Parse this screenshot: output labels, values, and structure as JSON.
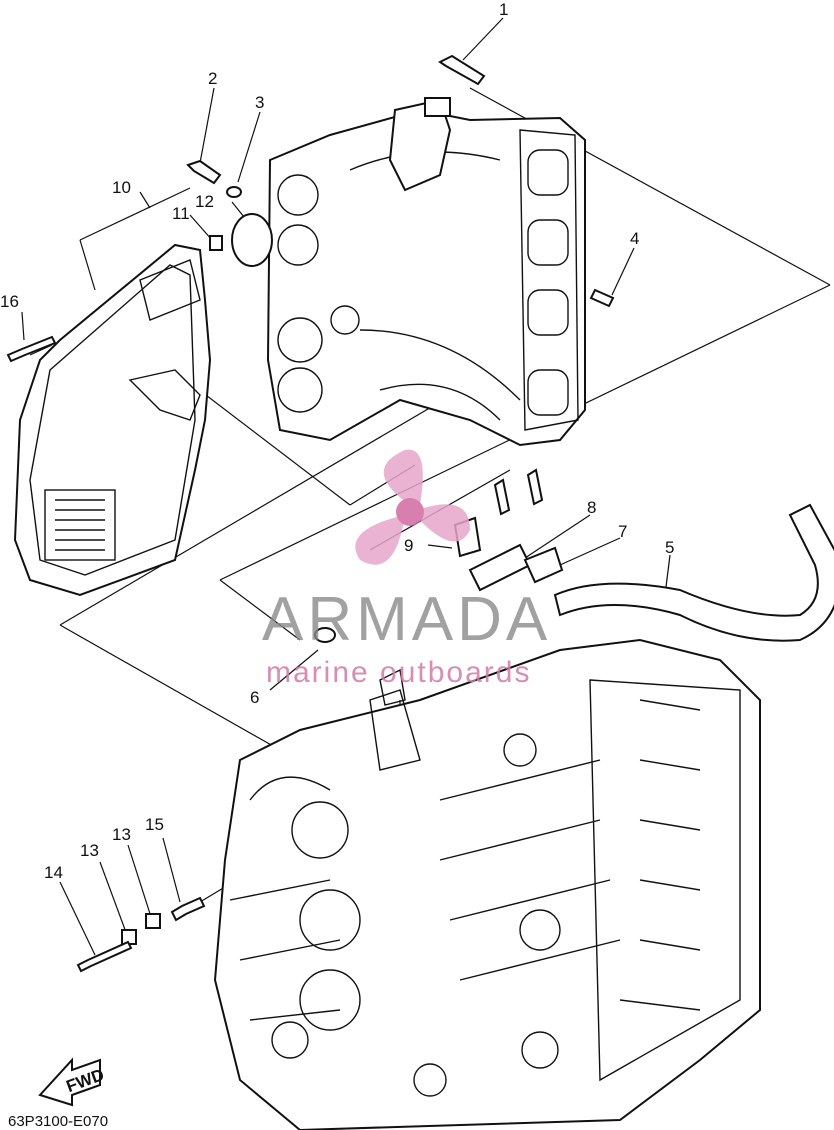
{
  "watermark": {
    "brand": "ARMADA",
    "tagline": "marine outboards",
    "logo_color": "#e7a6cb",
    "text_color": "#8a8a8a"
  },
  "diagram_code": "63P3100-E070",
  "fwd_label": "FWD",
  "callouts": {
    "c1": "1",
    "c2": "2",
    "c3": "3",
    "c4": "4",
    "c5": "5",
    "c6": "6",
    "c7": "7",
    "c8": "8",
    "c9": "9",
    "c10": "10",
    "c11": "11",
    "c12": "12",
    "c13a": "13",
    "c13b": "13",
    "c14": "14",
    "c15": "15",
    "c16": "16"
  }
}
